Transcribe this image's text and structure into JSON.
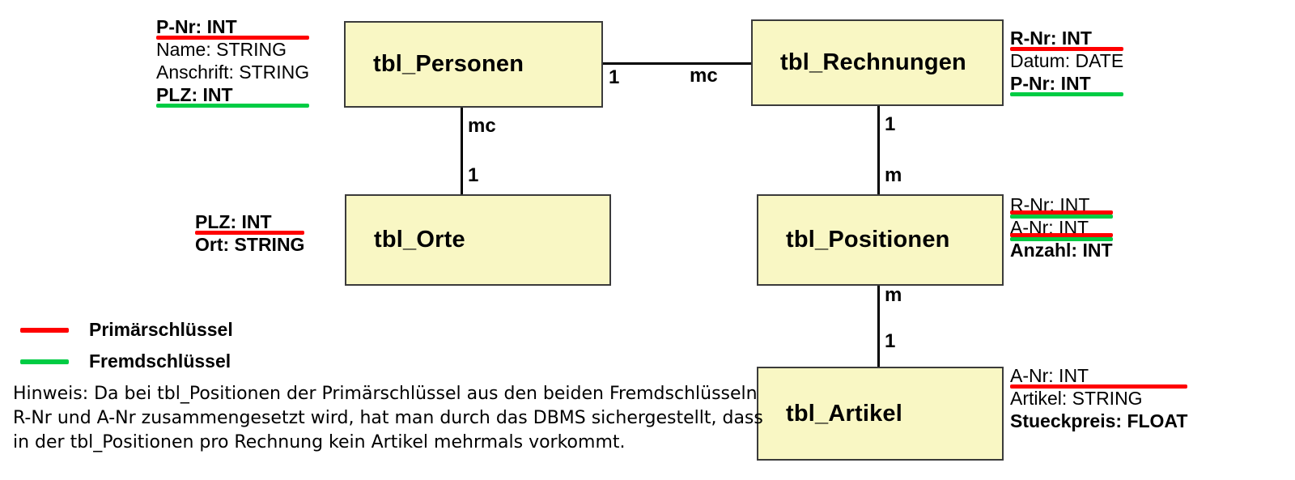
{
  "diagram": {
    "type": "entity-relationship-diagram",
    "language": "de",
    "colors": {
      "entity_fill": "#f9f7c4",
      "entity_border": "#3b3b3b",
      "primary_key": "#ff0000",
      "foreign_key": "#00cc44",
      "connector": "#000000",
      "background": "#ffffff"
    },
    "entities": [
      {
        "id": "tbl_personen",
        "title": "tbl_Personen",
        "attributes": [
          {
            "text": "P-Nr: INT",
            "underline": "pk",
            "bold": true
          },
          {
            "text": "Name: STRING",
            "underline": "none",
            "bold": false
          },
          {
            "text": "Anschrift: STRING",
            "underline": "none",
            "bold": false
          },
          {
            "text": "PLZ: INT",
            "underline": "fk",
            "bold": true
          }
        ]
      },
      {
        "id": "tbl_rechnungen",
        "title": "tbl_Rechnungen",
        "attributes": [
          {
            "text": "R-Nr: INT",
            "underline": "pk",
            "bold": true
          },
          {
            "text": "Datum: DATE",
            "underline": "none",
            "bold": false
          },
          {
            "text": "P-Nr: INT",
            "underline": "fk",
            "bold": true
          }
        ]
      },
      {
        "id": "tbl_orte",
        "title": "tbl_Orte",
        "attributes": [
          {
            "text": "PLZ: INT",
            "underline": "pk",
            "bold": true
          },
          {
            "text": "Ort: STRING",
            "underline": "none",
            "bold": true
          }
        ]
      },
      {
        "id": "tbl_positionen",
        "title": "tbl_Positionen",
        "attributes": [
          {
            "text": "R-Nr: INT",
            "underline": "pk-fk",
            "bold": false
          },
          {
            "text": "A-Nr: INT",
            "underline": "pk-fk",
            "bold": false
          },
          {
            "text": "Anzahl: INT",
            "underline": "none",
            "bold": true
          }
        ]
      },
      {
        "id": "tbl_artikel",
        "title": "tbl_Artikel",
        "attributes": [
          {
            "text": "A-Nr: INT",
            "underline": "pk",
            "bold": false
          },
          {
            "text": "Artikel: STRING",
            "underline": "none",
            "bold": false
          },
          {
            "text": "Stueckpreis: FLOAT",
            "underline": "none",
            "bold": true
          }
        ]
      }
    ],
    "relationships": [
      {
        "id": "personen-rechnungen",
        "from": "tbl_Personen",
        "to": "tbl_Rechnungen",
        "from_card": "1",
        "to_card": "mc"
      },
      {
        "id": "personen-orte",
        "from": "tbl_Personen",
        "to": "tbl_Orte",
        "from_card": "mc",
        "to_card": "1"
      },
      {
        "id": "rechnungen-positionen",
        "from": "tbl_Rechnungen",
        "to": "tbl_Positionen",
        "from_card": "1",
        "to_card": "m"
      },
      {
        "id": "positionen-artikel",
        "from": "tbl_Positionen",
        "to": "tbl_Artikel",
        "from_card": "m",
        "to_card": "1"
      }
    ],
    "cardinality_labels": {
      "personen_to_rechnungen": "1",
      "rechnungen_from_personen": "mc",
      "personen_to_orte": "mc",
      "orte_from_personen": "1",
      "rechnungen_to_positionen": "1",
      "positionen_from_rechnungen": "m",
      "positionen_to_artikel": "m",
      "artikel_from_positionen": "1"
    },
    "legend": {
      "items": [
        {
          "key": "pk",
          "color": "#ff0000",
          "label": "Primärschlüssel"
        },
        {
          "key": "fk",
          "color": "#00cc44",
          "label": "Fremdschlüssel"
        }
      ]
    },
    "note": {
      "lines": [
        "Hinweis: Da bei tbl_Positionen der Primärschlüssel aus den beiden Fremdschlüsseln",
        "R-Nr und A-Nr zusammengesetzt wird, hat man durch das DBMS sichergestellt, dass",
        "in der tbl_Positionen pro Rechnung kein Artikel mehrmals vorkommt."
      ]
    }
  }
}
